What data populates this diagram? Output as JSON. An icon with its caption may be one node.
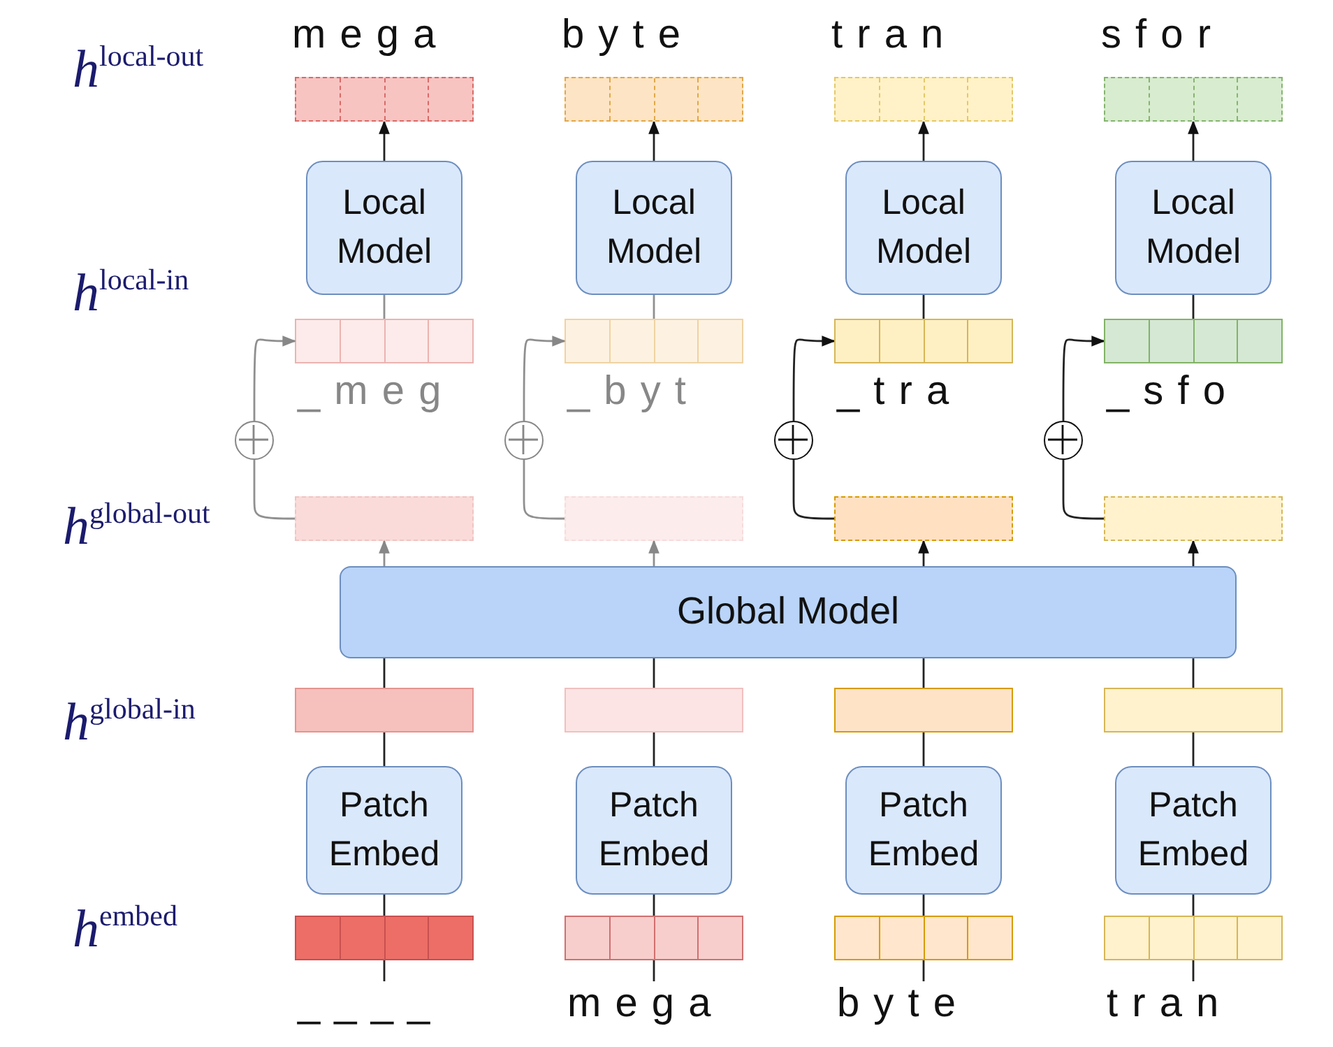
{
  "diagram": {
    "nodes": [
      {
        "text": [],
        "shape": "bar",
        "beside": [
          "m e g a"
        ]
      },
      {
        "text": [],
        "shape": "bar",
        "beside": [
          "b y t e"
        ]
      },
      {
        "text": [],
        "shape": "bar",
        "beside": [
          "t r a n"
        ]
      },
      {
        "text": [],
        "shape": "bar",
        "beside": [
          "s f o r"
        ]
      },
      {
        "text": [
          "Local Model"
        ]
      },
      {
        "text": [
          "Local Model"
        ]
      },
      {
        "text": [
          "Local Model"
        ]
      },
      {
        "text": [
          "Local Model"
        ]
      },
      {
        "text": [],
        "shape": "bar",
        "beside": [
          "_ m e g"
        ]
      },
      {
        "text": [],
        "shape": "bar",
        "beside": [
          "_ b y t"
        ]
      },
      {
        "text": [],
        "shape": "bar",
        "beside": [
          "_ t r a"
        ]
      },
      {
        "text": [],
        "shape": "bar",
        "beside": [
          "_ s f o"
        ]
      },
      {
        "text": [],
        "shape": "circle"
      },
      {
        "text": [],
        "shape": "circle"
      },
      {
        "text": [],
        "shape": "circle"
      },
      {
        "text": [],
        "shape": "circle"
      },
      {
        "text": [],
        "shape": "bar"
      },
      {
        "text": [],
        "shape": "bar"
      },
      {
        "text": [],
        "shape": "bar"
      },
      {
        "text": [],
        "shape": "bar"
      },
      {
        "text": [
          "Global Model"
        ]
      },
      {
        "text": [],
        "shape": "bar"
      },
      {
        "text": [],
        "shape": "bar"
      },
      {
        "text": [],
        "shape": "bar"
      },
      {
        "text": [],
        "shape": "bar"
      },
      {
        "text": [
          "Patch Embed"
        ]
      },
      {
        "text": [
          "Patch Embed"
        ]
      },
      {
        "text": [
          "Patch Embed"
        ]
      },
      {
        "text": [
          "Patch Embed"
        ]
      },
      {
        "text": [],
        "shape": "bar"
      },
      {
        "text": [],
        "shape": "bar"
      },
      {
        "text": [],
        "shape": "bar"
      },
      {
        "text": [],
        "shape": "bar"
      },
      {
        "text": [
          "_ _ _ _"
        ]
      },
      {
        "text": [
          "m e g a"
        ]
      },
      {
        "text": [
          "b y t e"
        ]
      },
      {
        "text": [
          "t r a n"
        ]
      }
    ],
    "edges": [
      {
        "from": 4,
        "to": 0,
        "arrow": "to"
      },
      {
        "from": 5,
        "to": 1,
        "arrow": "to"
      },
      {
        "from": 6,
        "to": 2,
        "arrow": "to"
      },
      {
        "from": 7,
        "to": 3,
        "arrow": "to"
      },
      {
        "from": 8,
        "to": 4,
        "arrow": "none"
      },
      {
        "from": 9,
        "to": 5,
        "arrow": "none"
      },
      {
        "from": 10,
        "to": 6,
        "arrow": "none"
      },
      {
        "from": 11,
        "to": 7,
        "arrow": "none"
      },
      {
        "from": 12,
        "to": 8,
        "arrow": "to"
      },
      {
        "from": 13,
        "to": 9,
        "arrow": "to"
      },
      {
        "from": 14,
        "to": 10,
        "arrow": "to"
      },
      {
        "from": 15,
        "to": 11,
        "arrow": "to"
      },
      {
        "from": 16,
        "to": 12,
        "arrow": "none"
      },
      {
        "from": 17,
        "to": 13,
        "arrow": "none"
      },
      {
        "from": 18,
        "to": 14,
        "arrow": "none"
      },
      {
        "from": 19,
        "to": 15,
        "arrow": "none"
      },
      {
        "from": 20,
        "to": 16,
        "arrow": "to"
      },
      {
        "from": 20,
        "to": 17,
        "arrow": "to"
      },
      {
        "from": 20,
        "to": 18,
        "arrow": "to"
      },
      {
        "from": 20,
        "to": 19,
        "arrow": "to"
      },
      {
        "from": 21,
        "to": 20,
        "arrow": "none"
      },
      {
        "from": 22,
        "to": 20,
        "arrow": "none"
      },
      {
        "from": 23,
        "to": 20,
        "arrow": "none"
      },
      {
        "from": 24,
        "to": 20,
        "arrow": "none"
      },
      {
        "from": 25,
        "to": 21,
        "arrow": "none"
      },
      {
        "from": 26,
        "to": 22,
        "arrow": "none"
      },
      {
        "from": 27,
        "to": 23,
        "arrow": "none"
      },
      {
        "from": 28,
        "to": 24,
        "arrow": "none"
      },
      {
        "from": 29,
        "to": 25,
        "arrow": "none"
      },
      {
        "from": 30,
        "to": 26,
        "arrow": "none"
      },
      {
        "from": 31,
        "to": 27,
        "arrow": "none"
      },
      {
        "from": 32,
        "to": 28,
        "arrow": "none"
      },
      {
        "from": 33,
        "to": 29,
        "arrow": "none"
      },
      {
        "from": 34,
        "to": 30,
        "arrow": "none"
      },
      {
        "from": 35,
        "to": 31,
        "arrow": "none"
      },
      {
        "from": 36,
        "to": 32,
        "arrow": "none"
      }
    ],
    "labels": [
      "*h*$^{local-out}$",
      "*h*$^{local-in}$",
      "*h*$^{global-out}$",
      "*h*$^{global-in}$",
      "*h*$^{embed}$"
    ]
  }
}
